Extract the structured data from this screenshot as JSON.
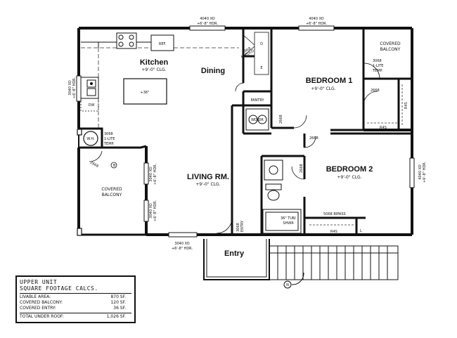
{
  "rooms": {
    "kitchen": {
      "name": "Kitchen",
      "ceiling": "+9'-0\" CLG."
    },
    "dining": {
      "name": "Dining"
    },
    "bedroom1": {
      "name": "BEDROOM 1",
      "ceiling": "+9'-0\" CLG."
    },
    "bedroom2": {
      "name": "BEDROOM 2",
      "ceiling": "+9'-0\" CLG."
    },
    "living": {
      "name": "LIVING RM.",
      "ceiling": "+9'-0\" CLG."
    },
    "entry": {
      "name": "Entry"
    },
    "balcony_left": {
      "line1": "COVERED",
      "line2": "BALCONY"
    },
    "balcony_right": {
      "line1": "COVERED",
      "line2": "BALCONY"
    }
  },
  "fixtures": {
    "island": "+36\"",
    "ref": "REF.",
    "dw": "DW",
    "pantry": "PANTRY",
    "wh": "W.H.",
    "wash_dryer": "WD/DR",
    "tub": {
      "line1": "36\" TUB/",
      "line2": "SHWR"
    },
    "bifold": {
      "line1": "2668",
      "line2": "BI-FOLD"
    },
    "closet_d": "D",
    "closet_e": "E",
    "linen_l": "L",
    "r_s": "R4S",
    "r_s_b1": "R4S",
    "r_s_b2": "R4S",
    "bipass": "5068 BIPASS",
    "refs_b": "B",
    "north": "N"
  },
  "windows": {
    "kitchen_top": {
      "l1": "4040 XO",
      "l2": "+6'-8\" HDR."
    },
    "bed1_top": {
      "l1": "4040 XO",
      "l2": "+6'-8\" HDR."
    },
    "left_kitchen": {
      "l1": "3040 XO",
      "l2": "+6'-8\" HDR."
    },
    "living_left1": {
      "l1": "3040 XO",
      "l2": "+6'-8\" HDR."
    },
    "living_left2": {
      "l1": "3040 XO",
      "l2": "+6'-8\" HDR."
    },
    "living_bottom": {
      "l1": "3040 XO",
      "l2": "+6'-8\" HDR."
    },
    "bed2_right": {
      "l1": "4040 XO",
      "l2": "+6'-8\" HDR."
    }
  },
  "doors": {
    "balcony_right": {
      "l1": "3068",
      "l2": "1-LITE",
      "l3": "TEMP."
    },
    "balcony_left": {
      "l1": "3068",
      "l2": "1-LITE",
      "l3": "TEMP."
    },
    "bed1": "2668",
    "bed1_closet": "2668",
    "hall1": "2668",
    "hall2": "2668",
    "bath": "2668",
    "left_small": "2668",
    "entry": {
      "l1": "3068",
      "l2": "ENTRY"
    }
  },
  "calcs": {
    "title1": "UPPER UNIT",
    "title2": "SQUARE FOOTAGE CALCS.",
    "rows": [
      {
        "label": "LIVABLE AREA:",
        "value": "870 SF."
      },
      {
        "label": "COVERED BALCONY:",
        "value": "120 SF."
      },
      {
        "label": "COVERED ENTRY:",
        "value": "36 SF."
      }
    ],
    "total": {
      "label": "TOTAL UNDER ROOF:",
      "value": "1,026 SF."
    }
  }
}
